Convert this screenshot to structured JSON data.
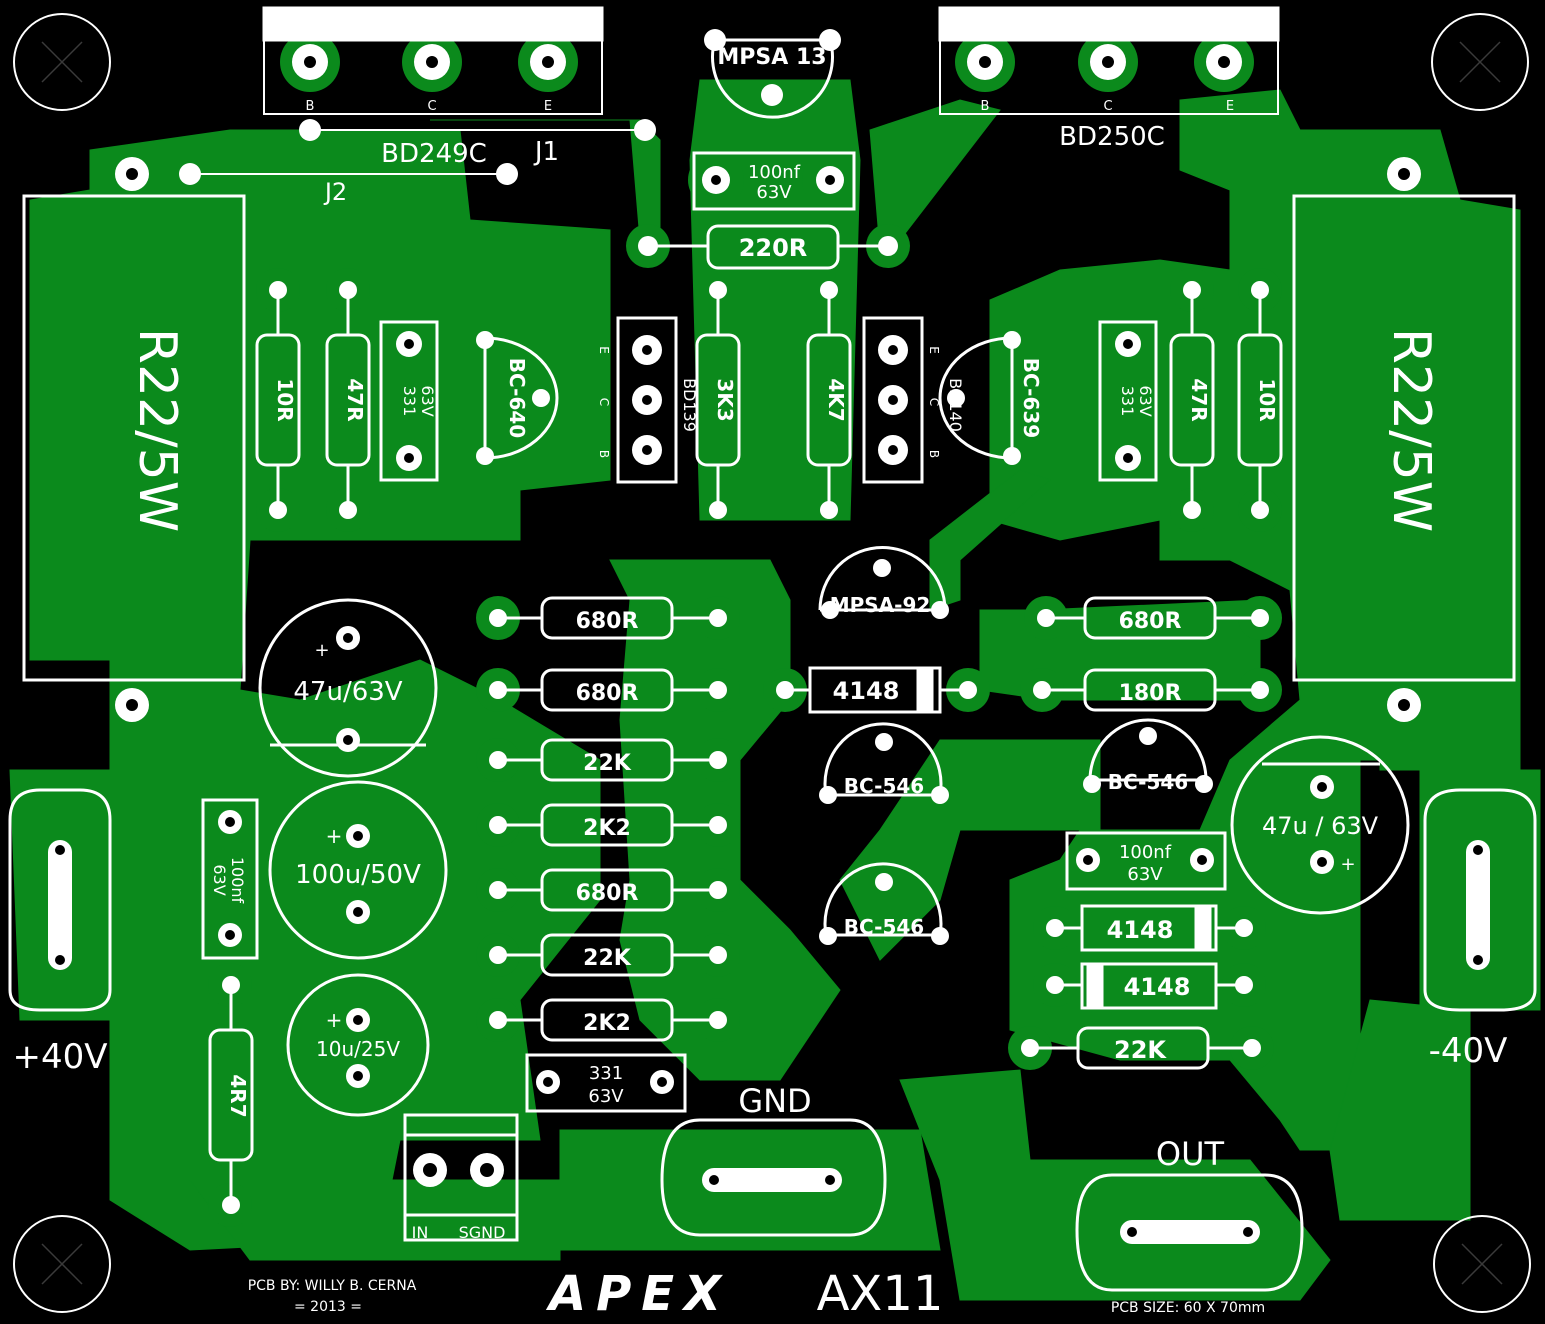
{
  "labels": {
    "q1": "BD249C",
    "q1_b": "B",
    "q1_c": "C",
    "q1_e": "E",
    "q2": "BD250C",
    "q2_b": "B",
    "q2_c": "C",
    "q2_e": "E",
    "q3": "MPSA 13",
    "j1": "J1",
    "j2": "J2",
    "c_top": "100nf",
    "c_top_v": "63V",
    "r_220": "220R",
    "r_left_big": "R22/5W",
    "r_right_big": "R22/5W",
    "r_10r_l": "10R",
    "r_47r_l": "47R",
    "c_331_l": "331",
    "c_331_l_v": "63V",
    "bc640": "BC-640",
    "bd139": "BD139",
    "bd139_e": "E",
    "bd139_c": "C",
    "bd139_b": "B",
    "r_3k3": "3K3",
    "r_4k7": "4K7",
    "bd140": "BD140",
    "bd140_e": "E",
    "bd140_c": "C",
    "bd140_b": "B",
    "bc639": "BC-639",
    "c_331_r": "331",
    "c_331_r_v": "63V",
    "r_47r_r": "47R",
    "r_10r_r": "10R",
    "mpsa92": "MPSA-92",
    "r_680_1": "680R",
    "r_680_2": "680R",
    "r_22k_1": "22K",
    "r_2k2_1": "2K2",
    "r_680_3": "680R",
    "r_22k_2": "22K",
    "r_2k2_2": "2K2",
    "r_680_r": "680R",
    "r_180r": "180R",
    "d_4148_1": "4148",
    "d_4148_2": "4148",
    "d_4148_3": "4148",
    "bc546_1": "BC-546",
    "bc546_2": "BC-546",
    "bc546_3": "BC-546",
    "c_47u_l": "47u/63V",
    "c_47u_l_plus": "+",
    "c_100u": "100u/50V",
    "c_100u_plus": "+",
    "c_10u": "10u/25V",
    "c_10u_plus": "+",
    "c_100nf_l": "100nf",
    "c_100nf_l_v": "63V",
    "r_4r7": "4R7",
    "c_331_b": "331",
    "c_331_b_v": "63V",
    "c_100nf_r": "100nf",
    "c_100nf_r_v": "63V",
    "c_47u_r": "47u / 63V",
    "c_47u_r_plus": "+",
    "r_22k_r": "22K",
    "v_pos": "+40V",
    "v_neg": "-40V",
    "gnd": "GND",
    "out": "OUT",
    "in": "IN",
    "sgnd": "SGND",
    "credit1": "PCB BY: WILLY B. CERNA",
    "credit2": "= 2013 =",
    "brand": "APEX",
    "model": "AX11",
    "size": "PCB SIZE: 60 X 70mm"
  },
  "colors": {
    "board": "#000000",
    "copper": "#0b8a1c",
    "silk": "#ffffff"
  }
}
